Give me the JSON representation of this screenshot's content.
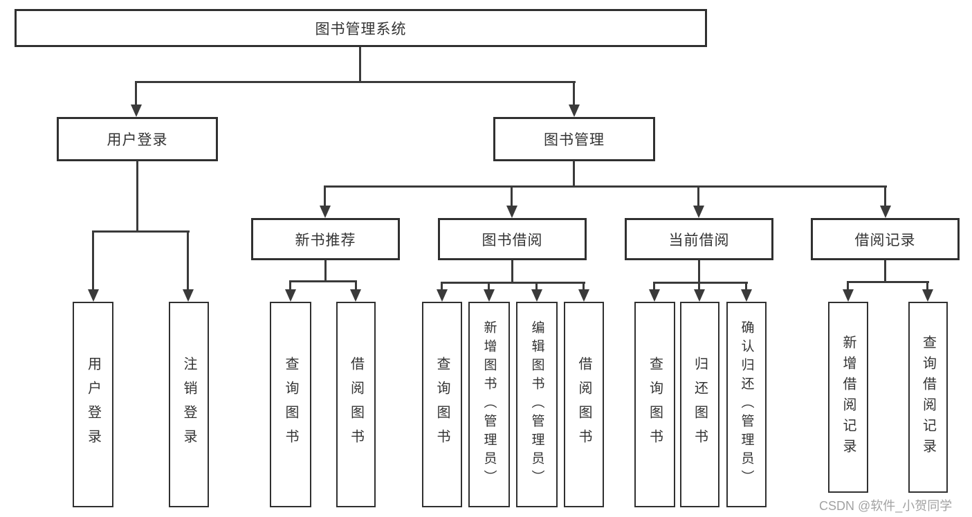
{
  "diagram": {
    "type": "hierarchy-diagram",
    "watermark": {
      "text": "CSDN @软件_小贺同学"
    },
    "colors": {
      "background": "#ffffff",
      "box_border": "#303030",
      "connector_line": "#3a3a3a",
      "text": "#333333",
      "watermark_text": "#a2a2a2"
    },
    "tree": {
      "root": {
        "label": "图书管理系统",
        "children": [
          {
            "label": "用户登录",
            "children": [
              {
                "label": "用户登录"
              },
              {
                "label": "注销登录"
              }
            ]
          },
          {
            "label": "图书管理",
            "children": [
              {
                "label": "新书推荐",
                "children": [
                  {
                    "label": "查询图书"
                  },
                  {
                    "label": "借阅图书"
                  }
                ]
              },
              {
                "label": "图书借阅",
                "children": [
                  {
                    "label": "查询图书"
                  },
                  {
                    "label": "新增图书（管理员）"
                  },
                  {
                    "label": "编辑图书（管理员）"
                  },
                  {
                    "label": "借阅图书"
                  }
                ]
              },
              {
                "label": "当前借阅",
                "children": [
                  {
                    "label": "查询图书"
                  },
                  {
                    "label": "归还图书"
                  },
                  {
                    "label": "确认归还（管理员）"
                  }
                ]
              },
              {
                "label": "借阅记录",
                "children": [
                  {
                    "label": "新增借阅记录"
                  },
                  {
                    "label": "查询借阅记录"
                  }
                ]
              }
            ]
          }
        ]
      }
    }
  }
}
